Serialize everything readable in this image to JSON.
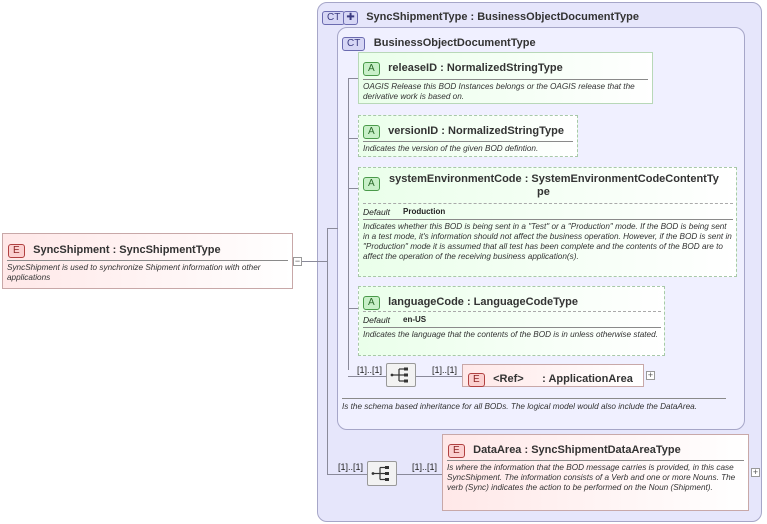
{
  "root": {
    "badge": "E",
    "title": "SyncShipment : SyncShipmentType",
    "doc": "SyncShipment is used to synchronize Shipment information with other applications"
  },
  "complex_type": {
    "badge": "CT",
    "title": "SyncShipmentType : BusinessObjectDocumentType"
  },
  "base_type": {
    "badge": "CT",
    "title": "BusinessObjectDocumentType",
    "doc": "Is the schema based inheritance for all BODs. The logical model would also include the DataArea."
  },
  "attributes": [
    {
      "badge": "A",
      "title": "releaseID : NormalizedStringType",
      "doc": "OAGIS Release this BOD Instances belongs or the OAGIS release that the derivative work is based on."
    },
    {
      "badge": "A",
      "title": "versionID : NormalizedStringType",
      "doc": "Indicates the version of the given BOD defintion."
    },
    {
      "badge": "A",
      "title_line1": "systemEnvironmentCode : SystemEnvironmentCodeContentTy",
      "title_line2": "pe",
      "default_label": "Default",
      "default_value": "Production",
      "doc": "Indicates whether this BOD is being sent in a \"Test\" or a \"Production\" mode. If the BOD is being sent in a test mode, it's information should not affect the business operation. However, if the BOD is sent in \"Production\" mode it is assumed that all test has been complete and the contents of the BOD are to affect the operation of the receiving business application(s)."
    },
    {
      "badge": "A",
      "title": "languageCode : LanguageCodeType",
      "default_label": "Default",
      "default_value": "en-US",
      "doc": "Indicates the language that the contents of the BOD is in unless otherwise stated."
    }
  ],
  "application_area": {
    "card_left": "[1]..[1]",
    "card_right": "[1]..[1]",
    "badge": "E",
    "ref": "<Ref>",
    "name": ": ApplicationArea"
  },
  "data_area": {
    "card_left": "[1]..[1]",
    "card_right": "[1]..[1]",
    "badge": "E",
    "title": "DataArea : SyncShipmentDataAreaType",
    "doc": "Is where the information that the BOD message carries is provided, in this case SyncShipment. The information consists of a Verb and one or more Nouns. The verb (Sync) indicates the action to be performed on the Noun (Shipment)."
  },
  "icons": {
    "sequence": "sequence-compositor-icon",
    "expand": "plus-expand-icon",
    "collapse": "minus-collapse-icon"
  }
}
